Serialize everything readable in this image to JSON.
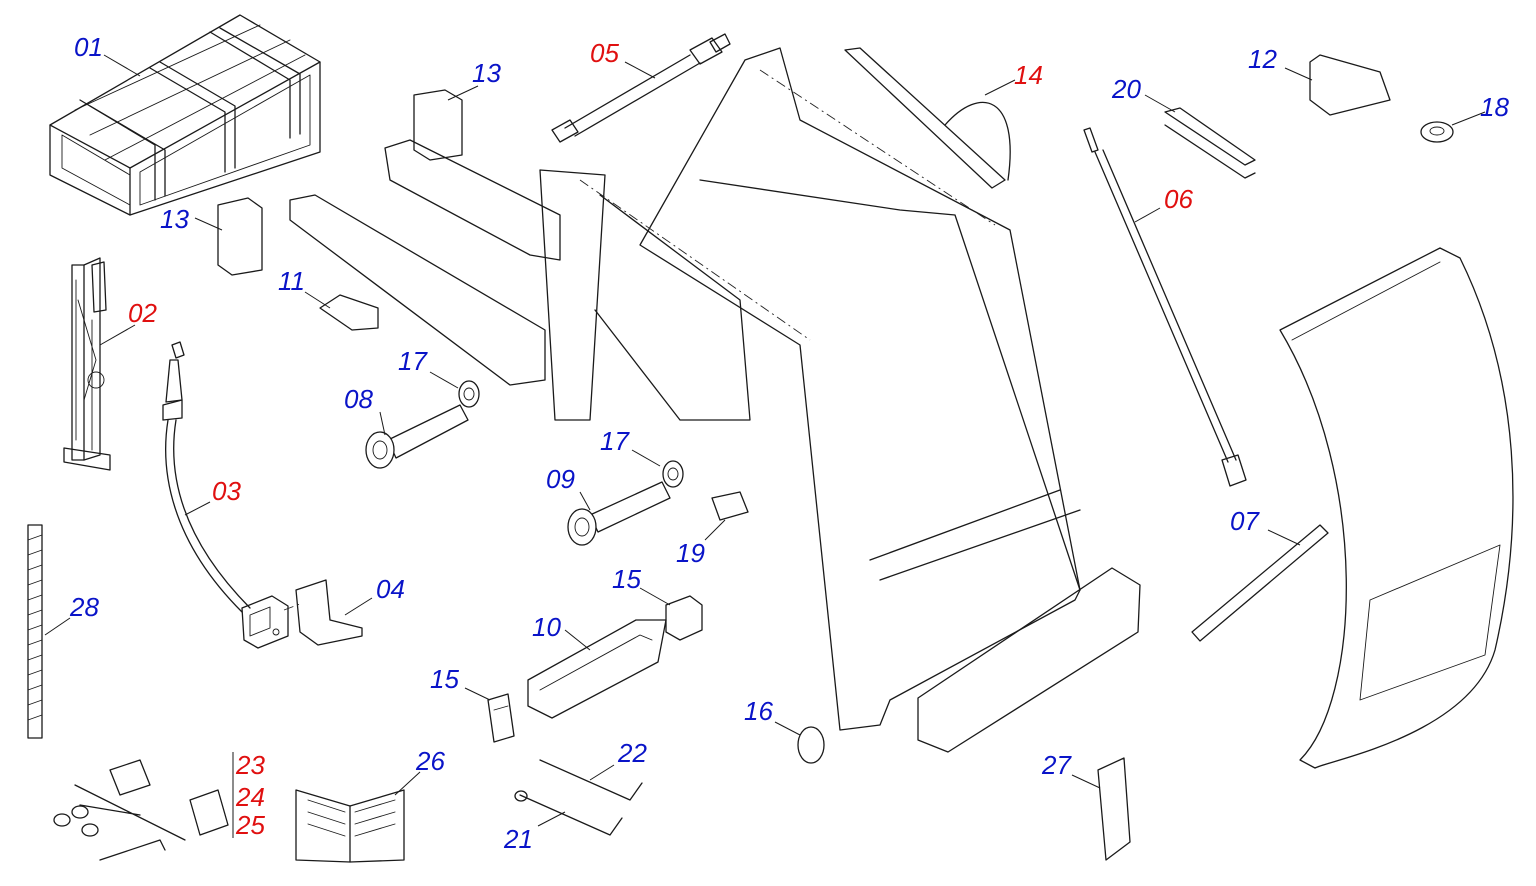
{
  "diagram": {
    "colors": {
      "standard": "#0a14c8",
      "highlight": "#e01010",
      "line": "#1a1a1a"
    },
    "labels": [
      {
        "id": "01",
        "text": "01",
        "color": "blue"
      },
      {
        "id": "02",
        "text": "02",
        "color": "red"
      },
      {
        "id": "03",
        "text": "03",
        "color": "red"
      },
      {
        "id": "04",
        "text": "04",
        "color": "blue"
      },
      {
        "id": "05",
        "text": "05",
        "color": "red"
      },
      {
        "id": "06",
        "text": "06",
        "color": "red"
      },
      {
        "id": "07",
        "text": "07",
        "color": "blue"
      },
      {
        "id": "08",
        "text": "08",
        "color": "blue"
      },
      {
        "id": "09",
        "text": "09",
        "color": "blue"
      },
      {
        "id": "10",
        "text": "10",
        "color": "blue"
      },
      {
        "id": "11",
        "text": "11",
        "color": "blue"
      },
      {
        "id": "12",
        "text": "12",
        "color": "blue"
      },
      {
        "id": "13a",
        "text": "13",
        "color": "blue"
      },
      {
        "id": "13b",
        "text": "13",
        "color": "blue"
      },
      {
        "id": "14",
        "text": "14",
        "color": "red"
      },
      {
        "id": "15a",
        "text": "15",
        "color": "blue"
      },
      {
        "id": "15b",
        "text": "15",
        "color": "blue"
      },
      {
        "id": "16",
        "text": "16",
        "color": "blue"
      },
      {
        "id": "17a",
        "text": "17",
        "color": "blue"
      },
      {
        "id": "17b",
        "text": "17",
        "color": "blue"
      },
      {
        "id": "18",
        "text": "18",
        "color": "blue"
      },
      {
        "id": "19",
        "text": "19",
        "color": "blue"
      },
      {
        "id": "20",
        "text": "20",
        "color": "blue"
      },
      {
        "id": "21",
        "text": "21",
        "color": "blue"
      },
      {
        "id": "22",
        "text": "22",
        "color": "blue"
      },
      {
        "id": "23",
        "text": "23",
        "color": "red"
      },
      {
        "id": "24",
        "text": "24",
        "color": "red"
      },
      {
        "id": "25",
        "text": "25",
        "color": "red"
      },
      {
        "id": "26",
        "text": "26",
        "color": "blue"
      },
      {
        "id": "27",
        "text": "27",
        "color": "blue"
      },
      {
        "id": "28",
        "text": "28",
        "color": "blue"
      }
    ]
  }
}
